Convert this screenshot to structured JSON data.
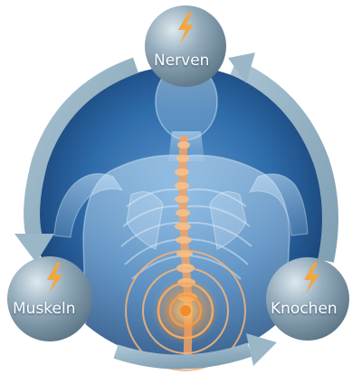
{
  "diagram": {
    "nodes": [
      {
        "id": "nerven",
        "label": "Nerven",
        "icon": "lightning-bolt-icon"
      },
      {
        "id": "muskeln",
        "label": "Muskeln",
        "icon": "lightning-bolt-icon"
      },
      {
        "id": "knochen",
        "label": "Knochen",
        "icon": "lightning-bolt-icon"
      }
    ],
    "center_image": "human-back-spine-xray",
    "pain_marker": "concentric-rings-lower-back",
    "cycle_direction": "counterclockwise",
    "colors": {
      "background": "#1e4f86",
      "node_sphere": "#8fa9ba",
      "arrow": "#8fb0c2",
      "pain_glow": "#f0a050",
      "bolt": "#f2a640"
    }
  }
}
